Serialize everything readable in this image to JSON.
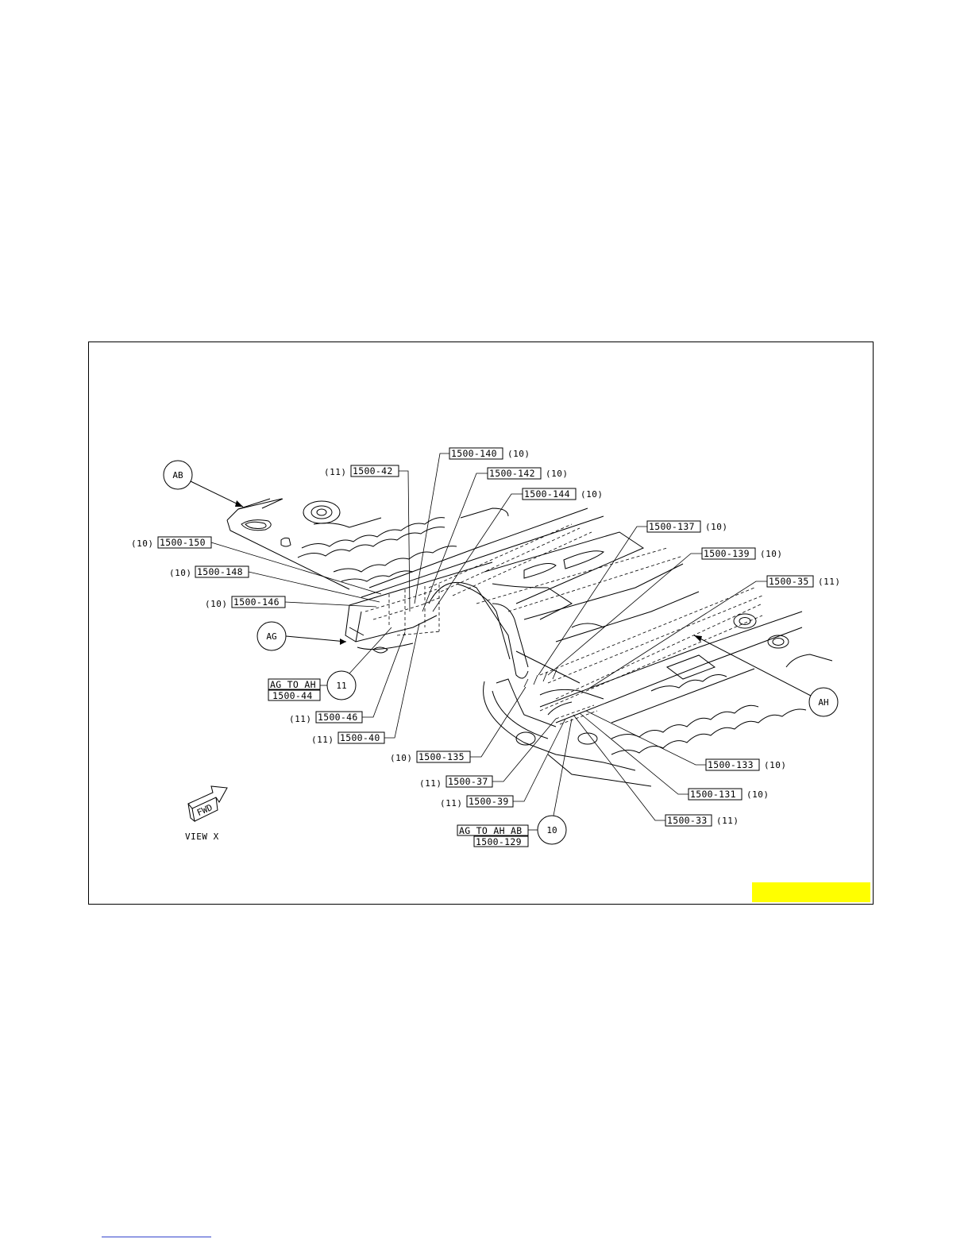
{
  "diagram": {
    "circles": {
      "ab": "AB",
      "ag": "AG",
      "ah": "AH",
      "c11": "11",
      "c10": "10"
    },
    "callouts": {
      "p150": {
        "pre": "(10)",
        "part": "1500-150",
        "post": ""
      },
      "p148": {
        "pre": "(10)",
        "part": "1500-148",
        "post": ""
      },
      "p146": {
        "pre": "(10)",
        "part": "1500-146",
        "post": ""
      },
      "p42": {
        "pre": "(11)",
        "part": "1500-42",
        "post": ""
      },
      "p140": {
        "pre": "",
        "part": "1500-140",
        "post": "(10)"
      },
      "p142": {
        "pre": "",
        "part": "1500-142",
        "post": "(10)"
      },
      "p144": {
        "pre": "",
        "part": "1500-144",
        "post": "(10)"
      },
      "p137": {
        "pre": "",
        "part": "1500-137",
        "post": "(10)"
      },
      "p139": {
        "pre": "",
        "part": "1500-139",
        "post": "(10)"
      },
      "p35": {
        "pre": "",
        "part": "1500-35",
        "post": "(11)"
      },
      "p46": {
        "pre": "(11)",
        "part": "1500-46",
        "post": ""
      },
      "p40": {
        "pre": "(11)",
        "part": "1500-40",
        "post": ""
      },
      "p135": {
        "pre": "(10)",
        "part": "1500-135",
        "post": ""
      },
      "p37": {
        "pre": "(11)",
        "part": "1500-37",
        "post": ""
      },
      "p39": {
        "pre": "(11)",
        "part": "1500-39",
        "post": ""
      },
      "p133": {
        "pre": "",
        "part": "1500-133",
        "post": "(10)"
      },
      "p131": {
        "pre": "",
        "part": "1500-131",
        "post": "(10)"
      },
      "p33": {
        "pre": "",
        "part": "1500-33",
        "post": "(11)"
      }
    },
    "group11": {
      "line1": "AG TO AH",
      "line2": "1500-44"
    },
    "group10": {
      "line1": "AG TO AH AB",
      "line2": "1500-129"
    },
    "fwd": "FWD",
    "view": "VIEW X"
  },
  "colors": {
    "highlight": "#ffff00",
    "footer_line": "#3344cc"
  }
}
